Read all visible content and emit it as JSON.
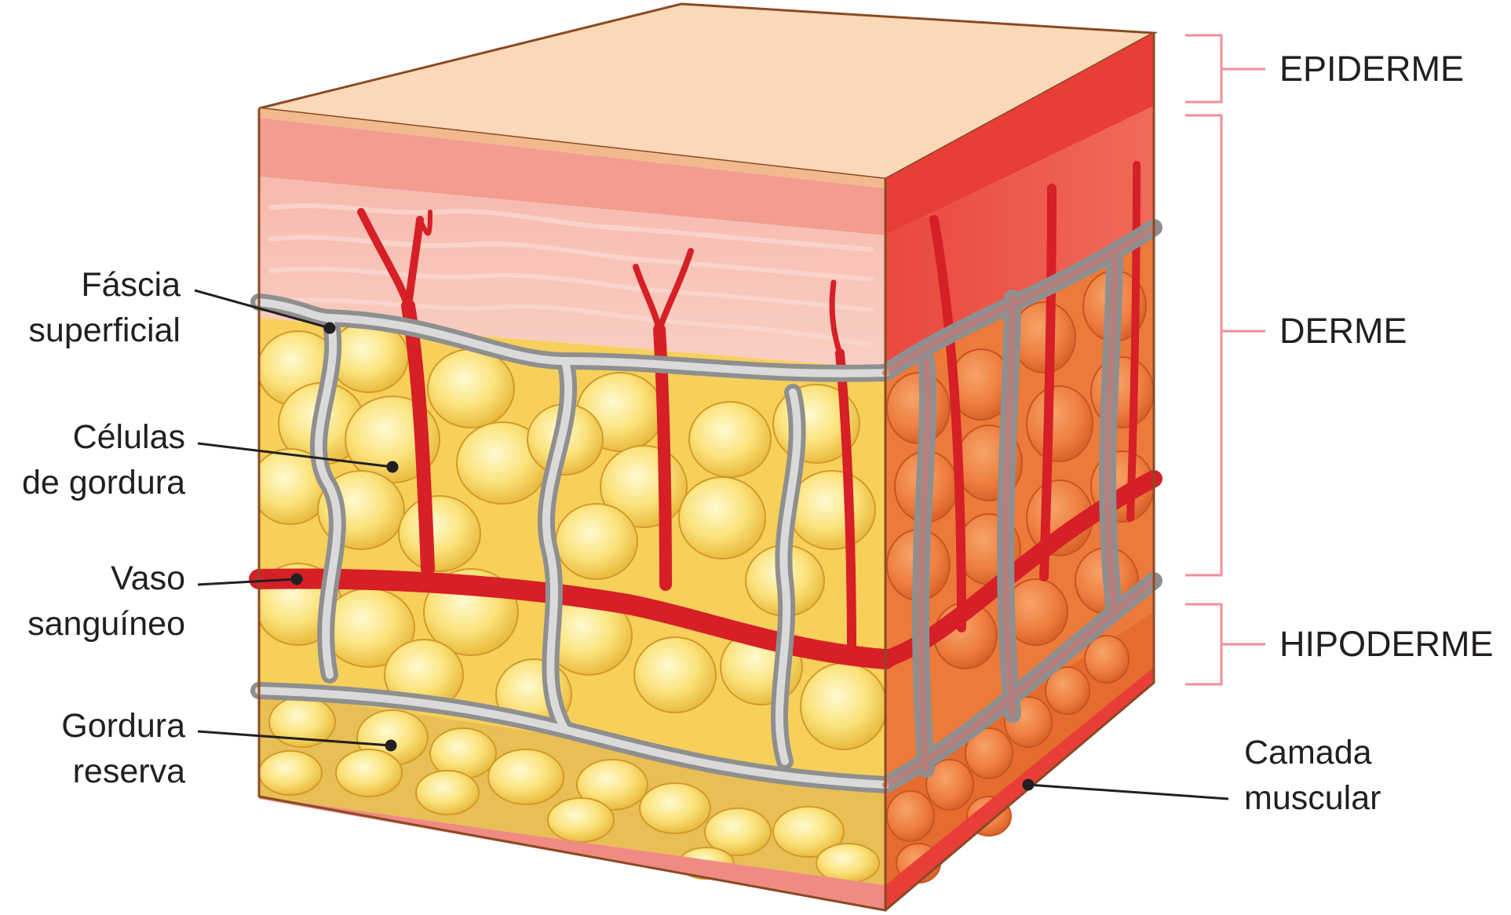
{
  "labels": {
    "fascia": {
      "line1": "Fáscia",
      "line2": "superficial"
    },
    "fat_cells": {
      "line1": "Células",
      "line2": "de gordura"
    },
    "blood_vessel": {
      "line1": "Vaso",
      "line2": "sanguíneo"
    },
    "reserve_fat": {
      "line1": "Gordura",
      "line2": "reserva"
    },
    "muscle_layer": {
      "line1": "Camada",
      "line2": "muscular"
    }
  },
  "layers": {
    "epidermis": "EPIDERME",
    "dermis": "DERME",
    "hypodermis": "HIPODERME"
  },
  "colors": {
    "epidermis_top": "#fbd9b8",
    "dermis_front": "#f6b5aa",
    "fat_front": "#f6d05a",
    "fat_cell": "#fbe27a",
    "side_fat": "#ee7e3f",
    "fascia": "#b5b5b5",
    "vessel": "#d61f26",
    "bracket": "#f08f9a",
    "outline": "#8a4a24"
  },
  "icons": [
    "skin-block-illustration"
  ]
}
